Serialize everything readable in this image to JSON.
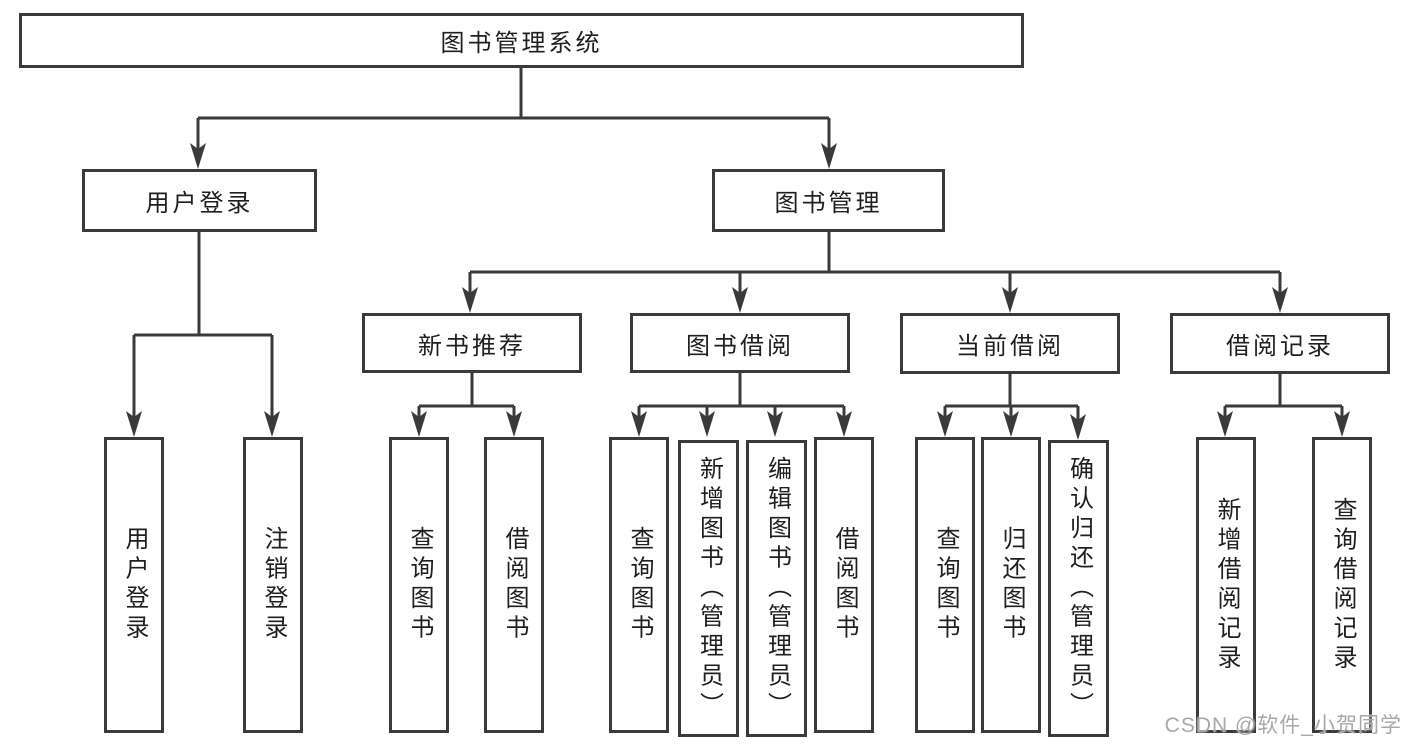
{
  "nodes": {
    "root": "图书管理系统",
    "user_login": "用户登录",
    "book_management": "图书管理",
    "new_book_recommend": "新书推荐",
    "book_borrowing": "图书借阅",
    "current_borrowing": "当前借阅",
    "borrowing_records": "借阅记录",
    "ul_user_login": "用户登录",
    "ul_logout": "注销登录",
    "nb_query_books": "查询图书",
    "nb_borrow_books": "借阅图书",
    "bb_query_books": "查询图书",
    "bb_add_books": "新增图书（管理员）",
    "bb_edit_books": "编辑图书（管理员）",
    "bb_borrow_books": "借阅图书",
    "cb_query_books": "查询图书",
    "cb_return_books": "归还图书",
    "cb_confirm_return": "确认归还（管理员）",
    "br_add_record": "新增借阅记录",
    "br_query_record": "查询借阅记录"
  },
  "hierarchy": {
    "label": "图书管理系统",
    "children": [
      {
        "label": "用户登录",
        "children": [
          {
            "label": "用户登录"
          },
          {
            "label": "注销登录"
          }
        ]
      },
      {
        "label": "图书管理",
        "children": [
          {
            "label": "新书推荐",
            "children": [
              {
                "label": "查询图书"
              },
              {
                "label": "借阅图书"
              }
            ]
          },
          {
            "label": "图书借阅",
            "children": [
              {
                "label": "查询图书"
              },
              {
                "label": "新增图书（管理员）"
              },
              {
                "label": "编辑图书（管理员）"
              },
              {
                "label": "借阅图书"
              }
            ]
          },
          {
            "label": "当前借阅",
            "children": [
              {
                "label": "查询图书"
              },
              {
                "label": "归还图书"
              },
              {
                "label": "确认归还（管理员）"
              }
            ]
          },
          {
            "label": "借阅记录",
            "children": [
              {
                "label": "新增借阅记录"
              },
              {
                "label": "查询借阅记录"
              }
            ]
          }
        ]
      }
    ]
  },
  "watermark": "CSDN @软件_小贺同学",
  "colors": {
    "line": "#3a3a3a",
    "box_border": "#3a3a3a",
    "box_fill": "#ffffff",
    "text": "#1f1f1f",
    "watermark": "#a8a8a8"
  }
}
